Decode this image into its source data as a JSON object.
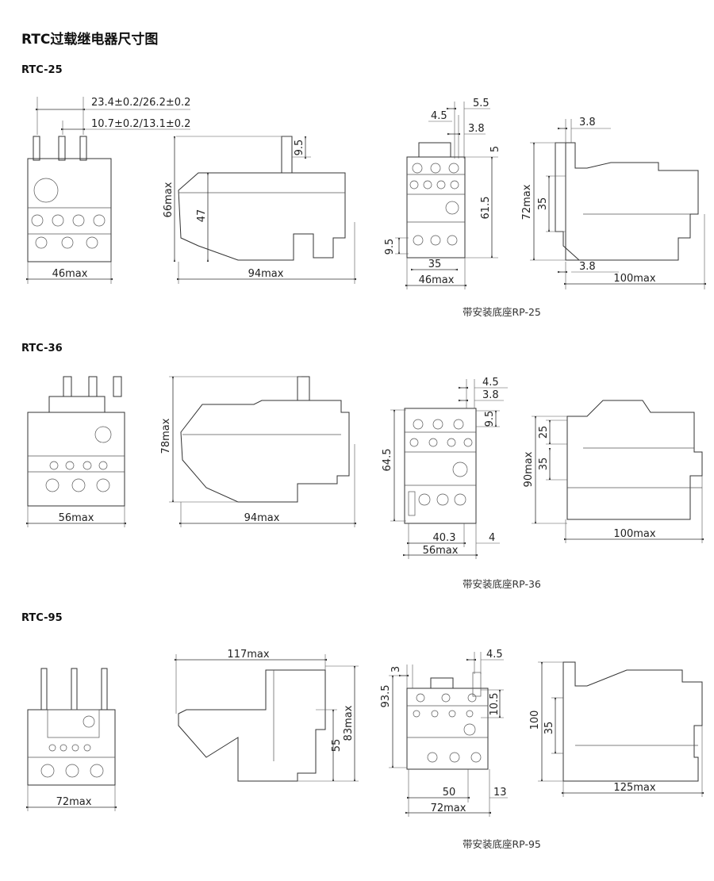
{
  "title": "RTC过载继电器尺寸图",
  "sections": [
    {
      "name": "RTC-25",
      "caption": "带安装底座RP-25",
      "front": [
        "23.4±0.2/26.2±0.2",
        "10.7±0.2/13.1±0.2",
        "46max"
      ],
      "side": [
        "66max",
        "47",
        "9.5",
        "94max"
      ],
      "base_front": [
        "5.5",
        "4.5",
        "3.8",
        "5",
        "61.5",
        "9.5",
        "35",
        "46max"
      ],
      "base_side": [
        "3.8",
        "72max",
        "35",
        "3.8",
        "100max"
      ]
    },
    {
      "name": "RTC-36",
      "caption": "带安装底座RP-36",
      "front": [
        "56max"
      ],
      "side": [
        "78max",
        "94max"
      ],
      "base_front": [
        "4.5",
        "3.8",
        "9.5",
        "64.5",
        "40.3",
        "4",
        "56max"
      ],
      "base_side": [
        "25",
        "35",
        "90max",
        "100max"
      ]
    },
    {
      "name": "RTC-95",
      "caption": "带安装底座RP-95",
      "front": [
        "72max"
      ],
      "side": [
        "117max",
        "55",
        "83max"
      ],
      "base_front": [
        "3",
        "4.5",
        "93.5",
        "10.5",
        "50",
        "13",
        "72max"
      ],
      "base_side": [
        "100",
        "35",
        "125max"
      ]
    }
  ]
}
